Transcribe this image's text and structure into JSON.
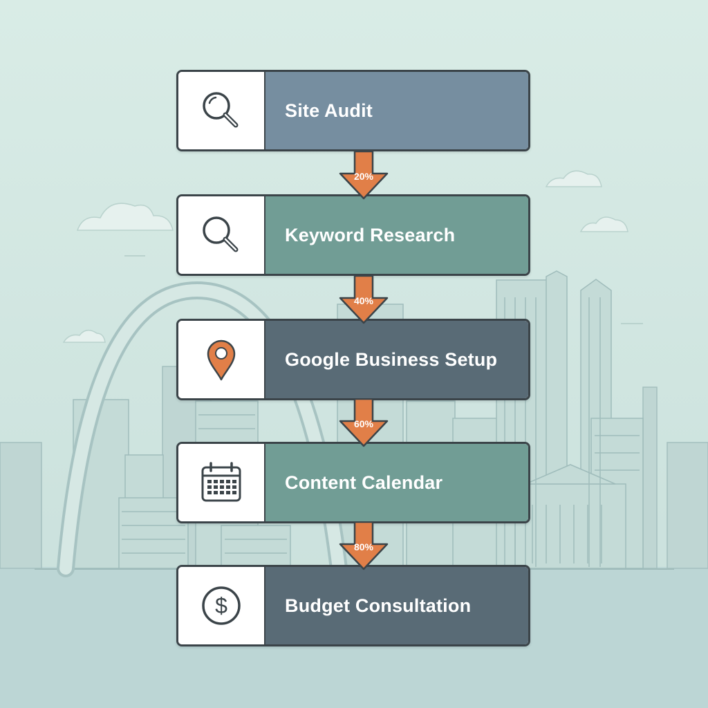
{
  "colors": {
    "background": "#d3e6e0",
    "skyline": "#a9c4c2",
    "arrow": "#e17f48",
    "slate_blue": "#768ea0",
    "sage": "#719d95",
    "dark_slate": "#596b76"
  },
  "steps": [
    {
      "label": "Site Audit",
      "icon": "magnifier-icon",
      "color": "#768ea0"
    },
    {
      "label": "Keyword Research",
      "icon": "magnifier-icon",
      "color": "#719d95"
    },
    {
      "label": "Google Business Setup",
      "icon": "map-pin-icon",
      "color": "#596b76"
    },
    {
      "label": "Content Calendar",
      "icon": "calendar-icon",
      "color": "#719d95"
    },
    {
      "label": "Budget Consultation",
      "icon": "dollar-icon",
      "color": "#596b76"
    }
  ],
  "connectors": [
    {
      "label": "20%"
    },
    {
      "label": "40%"
    },
    {
      "label": "60%"
    },
    {
      "label": "80%"
    }
  ]
}
